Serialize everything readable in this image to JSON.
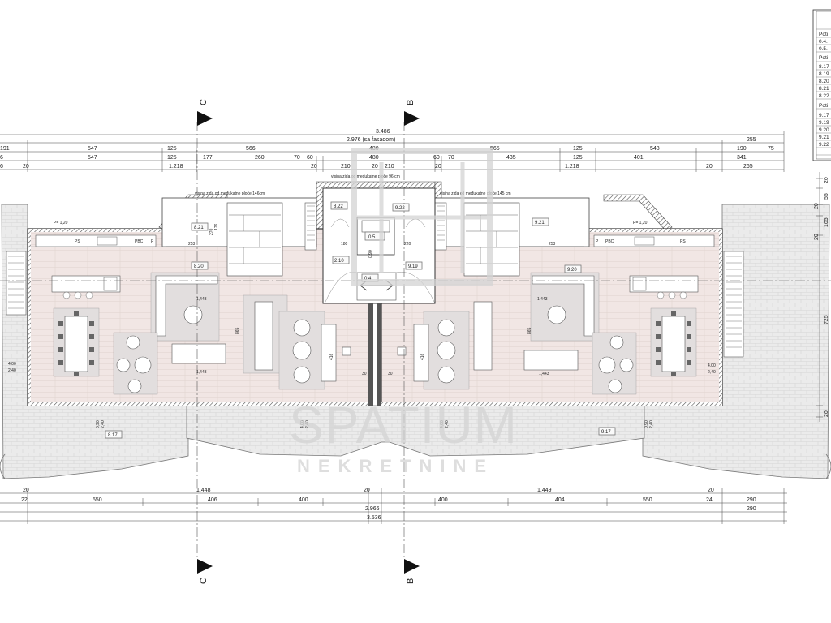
{
  "drawing": {
    "section_markers": [
      "C",
      "B"
    ],
    "top_dims": {
      "row1": [
        "3.486",
        "255"
      ],
      "row2": [
        "2.976 (sa fasadom)"
      ],
      "row3": [
        "191",
        "547",
        "125",
        "566",
        "480",
        "565",
        "125",
        "548",
        "190",
        "75"
      ],
      "row4": [
        "6",
        "547",
        "125",
        "177",
        "260",
        "70",
        "60",
        "480",
        "60",
        "70",
        "435",
        "125",
        "401",
        "341"
      ],
      "row5": [
        "6",
        "20",
        "1.218",
        "20",
        "210",
        "20",
        "210",
        "20",
        "1.218",
        "20",
        "265"
      ]
    },
    "bottom_dims": {
      "row1": [
        "20",
        "1.448",
        "20",
        "1.449",
        "20"
      ],
      "row2": [
        "22",
        "550",
        "406",
        "400",
        "400",
        "404",
        "550",
        "24",
        "290"
      ],
      "row3": [
        "2.966",
        "290"
      ],
      "row4": [
        "3.536"
      ]
    },
    "right_dims": [
      "20",
      "55",
      "20",
      "105",
      "20",
      "725",
      "20"
    ],
    "notes": {
      "left": "visina zida od međukatne ploče 146cm",
      "right": "visina zida od međukatne ploče 145 cm",
      "center": "visina zida od međukatne ploče 96 cm"
    },
    "rooms": {
      "r821": "8.21",
      "r820": "8.20",
      "r817": "8.17",
      "r921": "9.21",
      "r920": "9.20",
      "r917": "9.17",
      "r919": "9.19",
      "r822": "8.22",
      "r922": "9.22",
      "r05": "0.5.",
      "r04": "0.4",
      "r210": "2.10"
    },
    "small_labels": {
      "pl_left": "P= 1,20",
      "pl_right": "P= 1,20",
      "ps": "PS",
      "pbc": "PBC",
      "p": "P",
      "v_left": "4,00",
      "v_left2": "2,40",
      "v_right": "4,00",
      "v_right2": "2,40",
      "v_mid_l": "1,443",
      "v_mid_r": "1,443",
      "h_l": "1,443",
      "h_r": "1,443",
      "ter_l1": "0,90",
      "ter_l2": "2,40",
      "ter_r1": "0,90",
      "ter_r2": "2,40",
      "ter_c1": "4,00",
      "ter_c2": "2,40",
      "ter_c3": "4,00",
      "ter_c4": "2,40",
      "s865l": "865",
      "s865r": "865",
      "s416l": "416",
      "s416r": "416",
      "s30l": "30",
      "s30r": "30",
      "s253l": "253",
      "s253r": "253",
      "s270": "270",
      "s176": "176",
      "s220": "220",
      "s090": "0,90",
      "s180": "180"
    },
    "legend": {
      "h1": "Poti",
      "a": "0.4.",
      "b": "0.5.",
      "h2": "Poti",
      "c": "8.17",
      "d": "8.19",
      "e": "8.20",
      "f": "8.21",
      "g": "8.22",
      "h3": "Poti",
      "h": "9.17",
      "i": "9.19",
      "j": "9.20",
      "k": "9.21",
      "l": "9.22"
    },
    "watermark": {
      "main": "SPATIUM",
      "sub": "NEKRETNINE"
    }
  }
}
